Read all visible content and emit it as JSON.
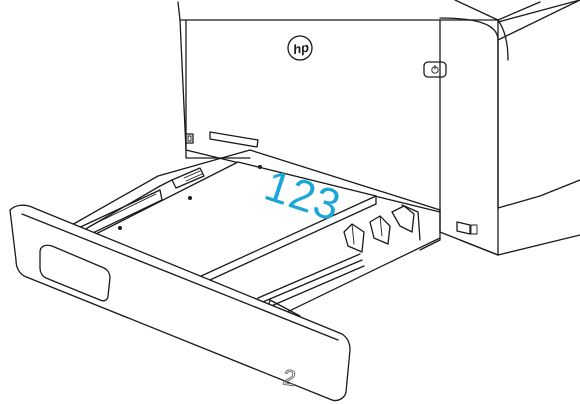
{
  "printer": {
    "logo_text": "hp"
  },
  "paper": {
    "label": "123",
    "label_color": "#1aa7d8"
  },
  "tray": {
    "number": "2"
  },
  "colors": {
    "line": "#1a1a1a",
    "accent": "#1aa7d8",
    "background": "#ffffff"
  },
  "icons": {
    "logo": "hp-logo-icon",
    "power": "power-button-icon"
  }
}
